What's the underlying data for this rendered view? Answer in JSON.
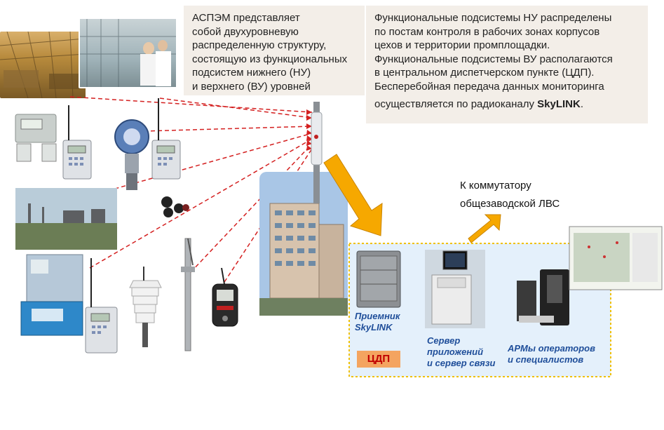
{
  "text_left": "АСПЭМ представляет\nсобой двухуровневую\nраспределенную структуру,\nсостоящую из функциональных\nподсистем  нижнего (НУ)\nи верхнего (ВУ) уровней",
  "text_right_main": "Функциональные подсистемы НУ распределены\nпо постам контроля в рабочих зонах корпусов\nцехов и территории промплощадки.\nФункциональные подсистемы ВУ  располагаются\nв центральном диспетчерском пункте (ЦДП).\nБесперебойная передача данных мониторинга",
  "text_right_last": "осуществляется по радиоканалу ",
  "text_right_bold": "SkyLINK",
  "text_right_end": ".",
  "label_switch": "К коммутатору\nобщезаводской ЛВС",
  "label_receiver": "Приемник\nSkyLINK",
  "label_server": "Сервер\nприложений\nи сервер связи",
  "label_arm": "АРМы операторов\nи специалистов",
  "label_cdp": "ЦДП",
  "colors": {
    "arrow_orange": "#f6a800",
    "dash_red": "#d42020",
    "cdp_bg": "#f4a460",
    "panel_bg": "#e4f0fb",
    "panel_border": "#f0c000",
    "textbox_bg": "#f3eee8"
  }
}
